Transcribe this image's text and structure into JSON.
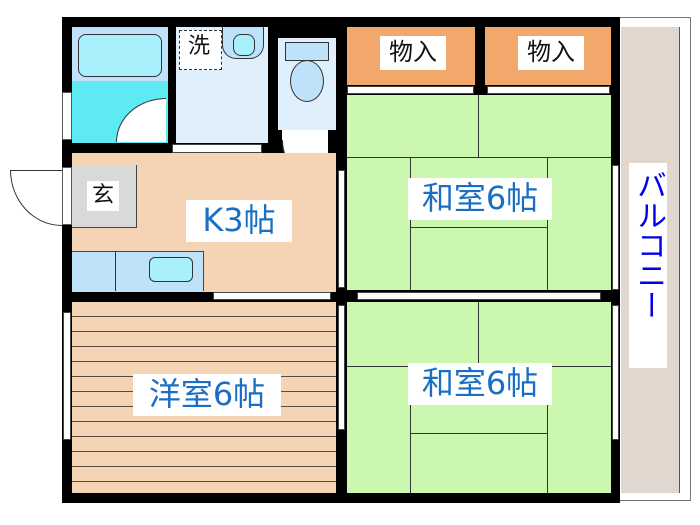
{
  "floorplan": {
    "rooms": {
      "bath": {
        "label": "",
        "color": "#a8ecf7"
      },
      "washroom": {
        "label": "洗",
        "color": "#dff0fc"
      },
      "toilet": {
        "label": "",
        "color": "#dff0fc"
      },
      "closet_left": {
        "label": "物入",
        "color": "#f1a86a"
      },
      "closet_right": {
        "label": "物入",
        "color": "#f1a86a"
      },
      "entrance": {
        "label": "玄",
        "color": "#d9d9d9"
      },
      "kitchen": {
        "label": "K3帖",
        "color": "#f4d4b4"
      },
      "japanese_room_upper": {
        "label": "和室6帖",
        "color": "#ccf7b0"
      },
      "japanese_room_lower": {
        "label": "和室6帖",
        "color": "#ccf7b0"
      },
      "western_room": {
        "label": "洋室6帖",
        "color": "#f4d4b4"
      },
      "balcony": {
        "label": "バルコニー",
        "color": "#e2d7cf"
      }
    },
    "colors": {
      "wall": "#000000",
      "label_text": "#1a6fc4",
      "balcony_text": "#0000ee",
      "fixture_blue": "#bfe2fb",
      "fixture_cyan": "#a8f0fb"
    }
  }
}
